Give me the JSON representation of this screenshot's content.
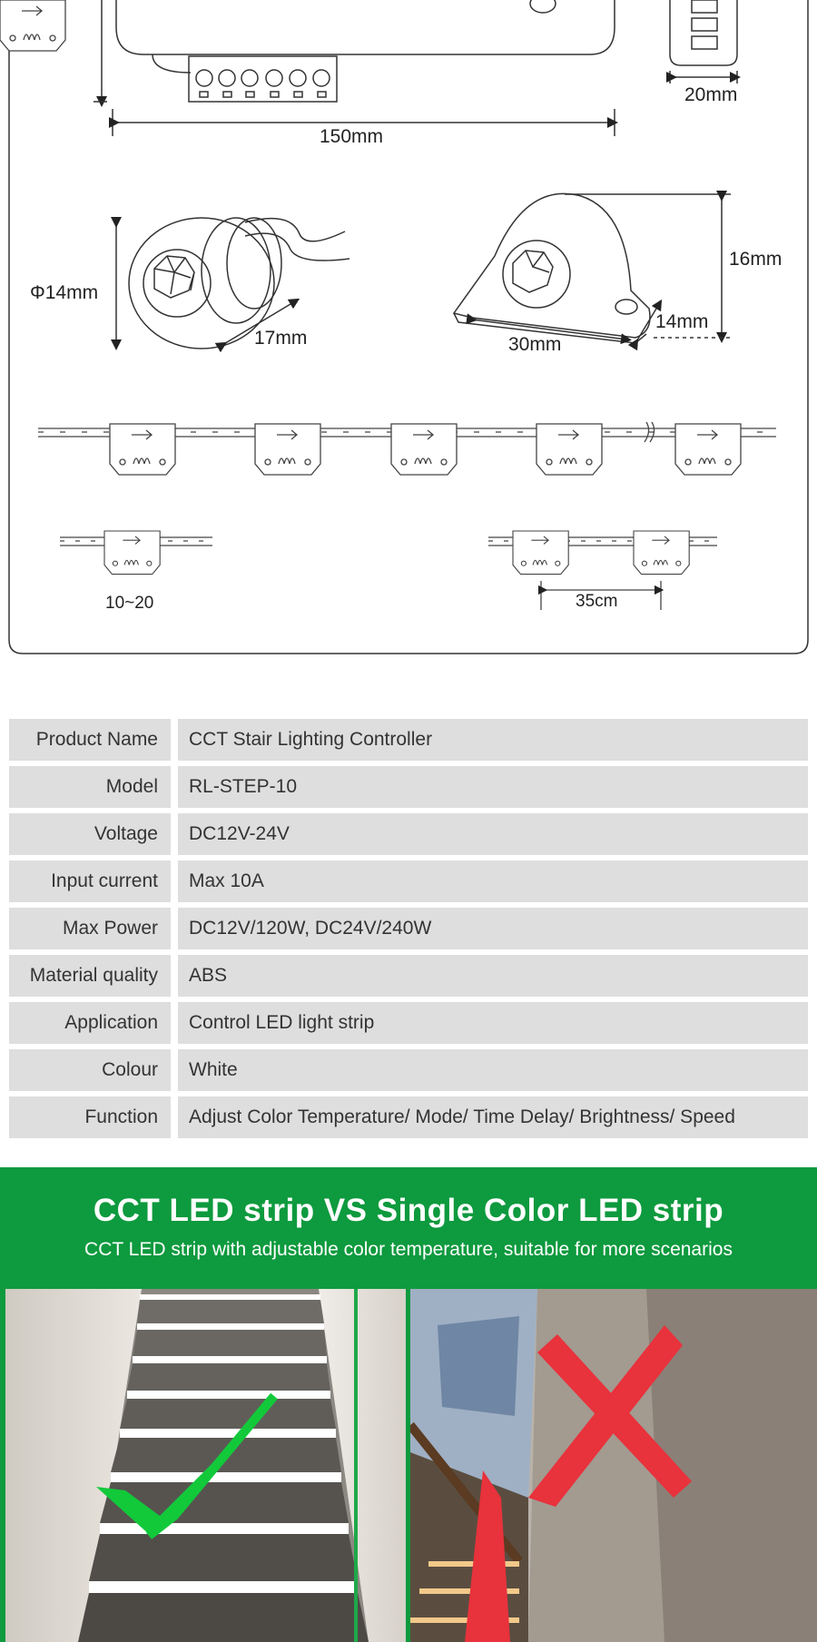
{
  "dimensions": {
    "controller_length": "150mm",
    "controller_width": "20mm",
    "sensor_round_diameter": "Φ14mm",
    "sensor_round_length": "17mm",
    "sensor_wedge_height": "16mm",
    "sensor_wedge_depth": "14mm",
    "sensor_wedge_length": "30mm",
    "step_count": "10~20",
    "spacing": "35cm"
  },
  "specs": [
    {
      "label": "Product Name",
      "value": "CCT Stair Lighting Controller"
    },
    {
      "label": "Model",
      "value": "RL-STEP-10"
    },
    {
      "label": "Voltage",
      "value": "DC12V-24V"
    },
    {
      "label": "Input current",
      "value": "Max 10A"
    },
    {
      "label": "Max Power",
      "value": "DC12V/120W, DC24V/240W"
    },
    {
      "label": "Material quality",
      "value": "ABS"
    },
    {
      "label": "Application",
      "value": "Control LED light strip"
    },
    {
      "label": "Colour",
      "value": "White"
    },
    {
      "label": "Function",
      "value": "Adjust Color Temperature/ Mode/ Time Delay/ Brightness/ Speed"
    }
  ],
  "comparison": {
    "title": "CCT LED strip VS Single Color LED strip",
    "subtitle": "CCT LED strip with adjustable color temperature, suitable for more scenarios"
  },
  "colors": {
    "banner": "#0e9a3e",
    "check": "#12c93a",
    "cross": "#e8323c",
    "row_bg": "#dedede"
  }
}
